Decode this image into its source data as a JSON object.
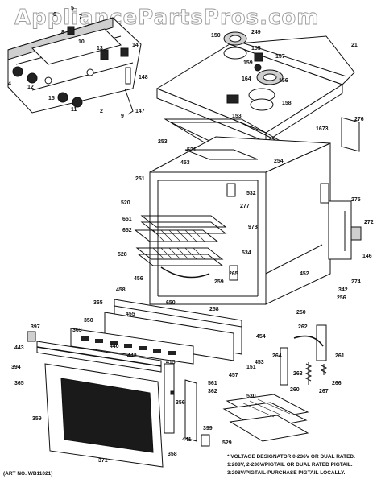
{
  "watermark": "AppliancePartsPros.com",
  "labels": [
    {
      "id": "p5",
      "text": "5"
    },
    {
      "id": "p6",
      "text": "6"
    },
    {
      "id": "p7",
      "text": "7"
    },
    {
      "id": "p8",
      "text": "8"
    },
    {
      "id": "p10",
      "text": "10"
    },
    {
      "id": "p13",
      "text": "13"
    },
    {
      "id": "p14",
      "text": "14"
    },
    {
      "id": "p4",
      "text": "4"
    },
    {
      "id": "p12",
      "text": "12"
    },
    {
      "id": "p15",
      "text": "15"
    },
    {
      "id": "p11",
      "text": "11"
    },
    {
      "id": "p2",
      "text": "2"
    },
    {
      "id": "p9",
      "text": "9"
    },
    {
      "id": "p148",
      "text": "148"
    },
    {
      "id": "p147",
      "text": "147"
    },
    {
      "id": "p150",
      "text": "150"
    },
    {
      "id": "p249",
      "text": "249"
    },
    {
      "id": "p155",
      "text": "155"
    },
    {
      "id": "p157",
      "text": "157"
    },
    {
      "id": "p21",
      "text": "21"
    },
    {
      "id": "p159",
      "text": "159"
    },
    {
      "id": "p164",
      "text": "164"
    },
    {
      "id": "p156",
      "text": "156"
    },
    {
      "id": "p158",
      "text": "158"
    },
    {
      "id": "p153",
      "text": "153"
    },
    {
      "id": "p1673",
      "text": "1673"
    },
    {
      "id": "p276",
      "text": "276"
    },
    {
      "id": "p253",
      "text": "253"
    },
    {
      "id": "p521",
      "text": "521"
    },
    {
      "id": "p453a",
      "text": "453"
    },
    {
      "id": "p254",
      "text": "254"
    },
    {
      "id": "p251",
      "text": "251"
    },
    {
      "id": "p532",
      "text": "532"
    },
    {
      "id": "p520",
      "text": "520"
    },
    {
      "id": "p277",
      "text": "277"
    },
    {
      "id": "p275",
      "text": "275"
    },
    {
      "id": "p651",
      "text": "651"
    },
    {
      "id": "p652",
      "text": "652"
    },
    {
      "id": "p978",
      "text": "978"
    },
    {
      "id": "p272",
      "text": "272"
    },
    {
      "id": "p528",
      "text": "528"
    },
    {
      "id": "p534",
      "text": "534"
    },
    {
      "id": "p146",
      "text": "146"
    },
    {
      "id": "p265",
      "text": "265"
    },
    {
      "id": "p452",
      "text": "452"
    },
    {
      "id": "p456",
      "text": "456"
    },
    {
      "id": "p274",
      "text": "274"
    },
    {
      "id": "p458",
      "text": "458"
    },
    {
      "id": "p650",
      "text": "650"
    },
    {
      "id": "p259",
      "text": "259"
    },
    {
      "id": "p342",
      "text": "342"
    },
    {
      "id": "p256",
      "text": "256"
    },
    {
      "id": "p365a",
      "text": "365"
    },
    {
      "id": "p258",
      "text": "258"
    },
    {
      "id": "p250",
      "text": "250"
    },
    {
      "id": "p350",
      "text": "350"
    },
    {
      "id": "p455",
      "text": "455"
    },
    {
      "id": "p397",
      "text": "397"
    },
    {
      "id": "p363",
      "text": "363"
    },
    {
      "id": "p262",
      "text": "262"
    },
    {
      "id": "p454",
      "text": "454"
    },
    {
      "id": "p440",
      "text": "440"
    },
    {
      "id": "p261",
      "text": "261"
    },
    {
      "id": "p443",
      "text": "443"
    },
    {
      "id": "p442",
      "text": "442"
    },
    {
      "id": "p264",
      "text": "264"
    },
    {
      "id": "p453b",
      "text": "453"
    },
    {
      "id": "p394",
      "text": "394"
    },
    {
      "id": "p415",
      "text": "415"
    },
    {
      "id": "p151",
      "text": "151"
    },
    {
      "id": "p263",
      "text": "263"
    },
    {
      "id": "p457",
      "text": "457"
    },
    {
      "id": "p365b",
      "text": "365"
    },
    {
      "id": "p561",
      "text": "561"
    },
    {
      "id": "p260",
      "text": "260"
    },
    {
      "id": "p267",
      "text": "267"
    },
    {
      "id": "p266",
      "text": "266"
    },
    {
      "id": "p362",
      "text": "362"
    },
    {
      "id": "p356",
      "text": "356"
    },
    {
      "id": "p530",
      "text": "530"
    },
    {
      "id": "p359",
      "text": "359"
    },
    {
      "id": "p399",
      "text": "399"
    },
    {
      "id": "p441",
      "text": "441"
    },
    {
      "id": "p529",
      "text": "529"
    },
    {
      "id": "p371",
      "text": "371"
    },
    {
      "id": "p358",
      "text": "358"
    }
  ],
  "footnote": {
    "art_no": "(ART NO. WB11021)",
    "lines": [
      "* VOLTAGE DESIGNATOR 0-236V OR DUAL RATED.",
      "1:208V, 2-236V/PIGTAIL OR DUAL RATED PIGTAIL.",
      "3:208V/PIGTAIL-PURCHASE PIGTAIL LOCALLY."
    ]
  }
}
